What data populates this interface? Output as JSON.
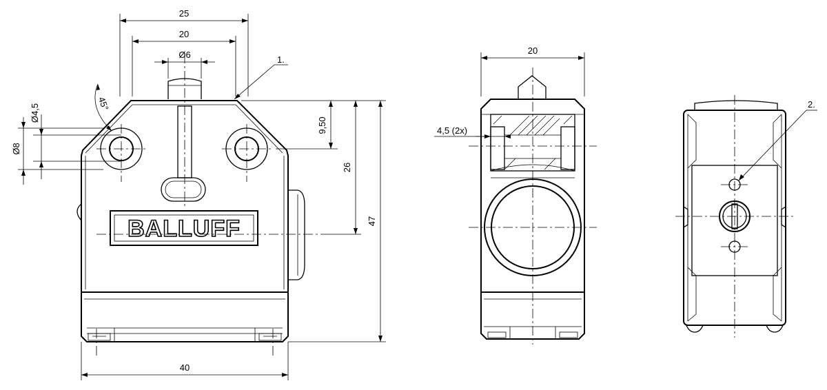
{
  "brand": "BALLUFF",
  "callouts": {
    "item1": "1.",
    "item2": "2."
  },
  "front_view": {
    "dim_width_top": "25",
    "dim_width_inner": "20",
    "dim_plunger": "Ø6",
    "dim_angle": "45°",
    "dim_hole_small": "Ø4,5",
    "dim_hole_large": "Ø8",
    "dim_hole_offset": "9,50",
    "dim_height_axis": "26",
    "dim_height_total": "47",
    "dim_width_total": "40"
  },
  "side_view": {
    "dim_width": "20",
    "dim_hole": "4,5 (2x)"
  }
}
